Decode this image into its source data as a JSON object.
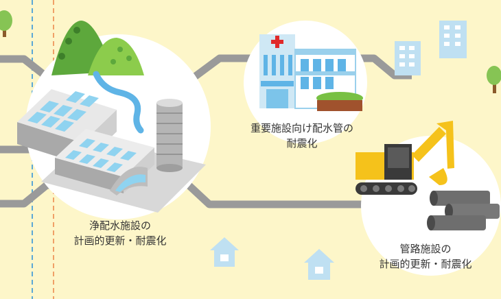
{
  "labels": {
    "plant": {
      "line1": "浄配水施設の",
      "line2": "計画的更新・耐震化"
    },
    "hospital": {
      "line1": "重要施設向け配水管の",
      "line2": "耐震化"
    },
    "pipes": {
      "line1": "管路施設の",
      "line2": "計画的更新・耐震化"
    }
  },
  "icons": {
    "plant": "water-treatment-plant-icon",
    "hospital": "hospital-icon",
    "excavator": "excavator-icon",
    "pipes": "pipes-icon",
    "buildings": "office-building-icon",
    "houses": "house-icon",
    "trees": "tree-icon",
    "mountains": "mountain-icon"
  },
  "colors": {
    "background": "#fdf6c9",
    "road": "#9a9a9a",
    "circle": "#ffffff",
    "water": "#5fb4e6",
    "excavator": "#f5c21b",
    "hospital_cross": "#e02a2a"
  }
}
